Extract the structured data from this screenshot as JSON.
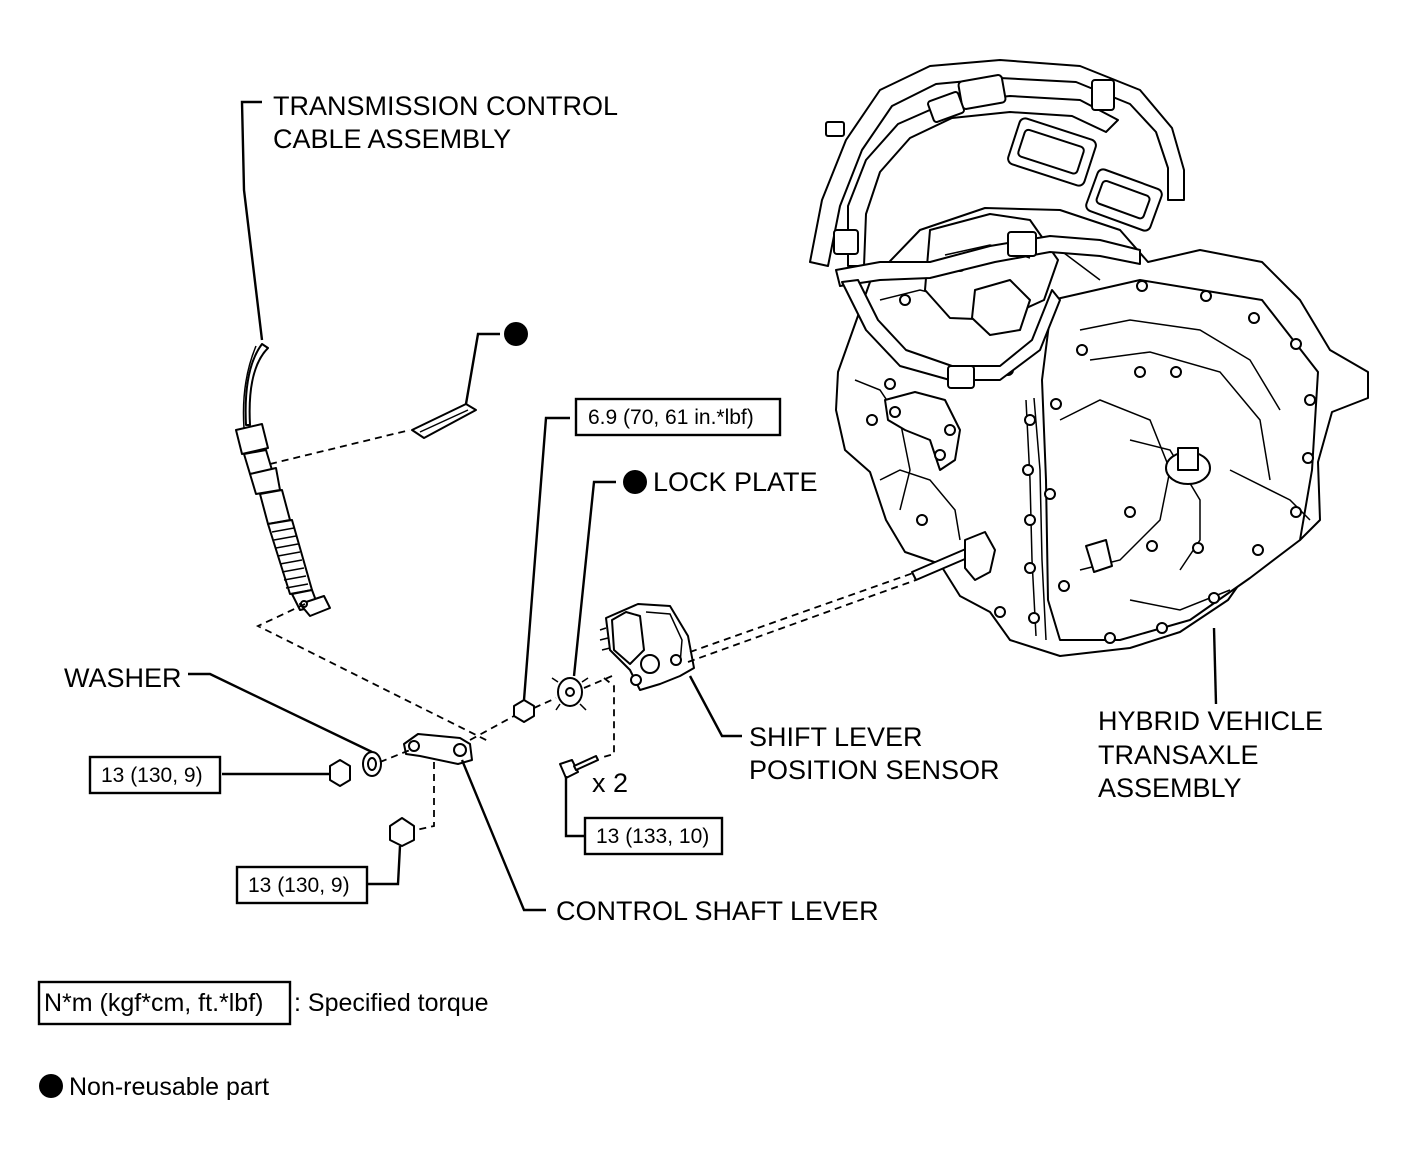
{
  "labels": {
    "cable_line1": "TRANSMISSION CONTROL",
    "cable_line2": "CABLE ASSEMBLY",
    "lock_plate": "LOCK PLATE",
    "washer": "WASHER",
    "sensor_line1": "SHIFT LEVER",
    "sensor_line2": "POSITION SENSOR",
    "control_shaft_lever": "CONTROL SHAFT LEVER",
    "transaxle_line1": "HYBRID VEHICLE",
    "transaxle_line2": "TRANSAXLE",
    "transaxle_line3": "ASSEMBLY",
    "multiplier": "x 2"
  },
  "torques": {
    "nut_small": "6.9 (70, 61 in.*lbf)",
    "nut_washer": "13 (130, 9)",
    "nut_lower": "13 (130, 9)",
    "bolts_sensor": "13 (133, 10)"
  },
  "legend": {
    "torque_units": "N*m (kgf*cm, ft.*lbf)",
    "torque_desc": ": Specified torque",
    "non_reusable": "Non-reusable part"
  },
  "icons": {
    "non_reusable_marker": "filled-circle-icon"
  }
}
